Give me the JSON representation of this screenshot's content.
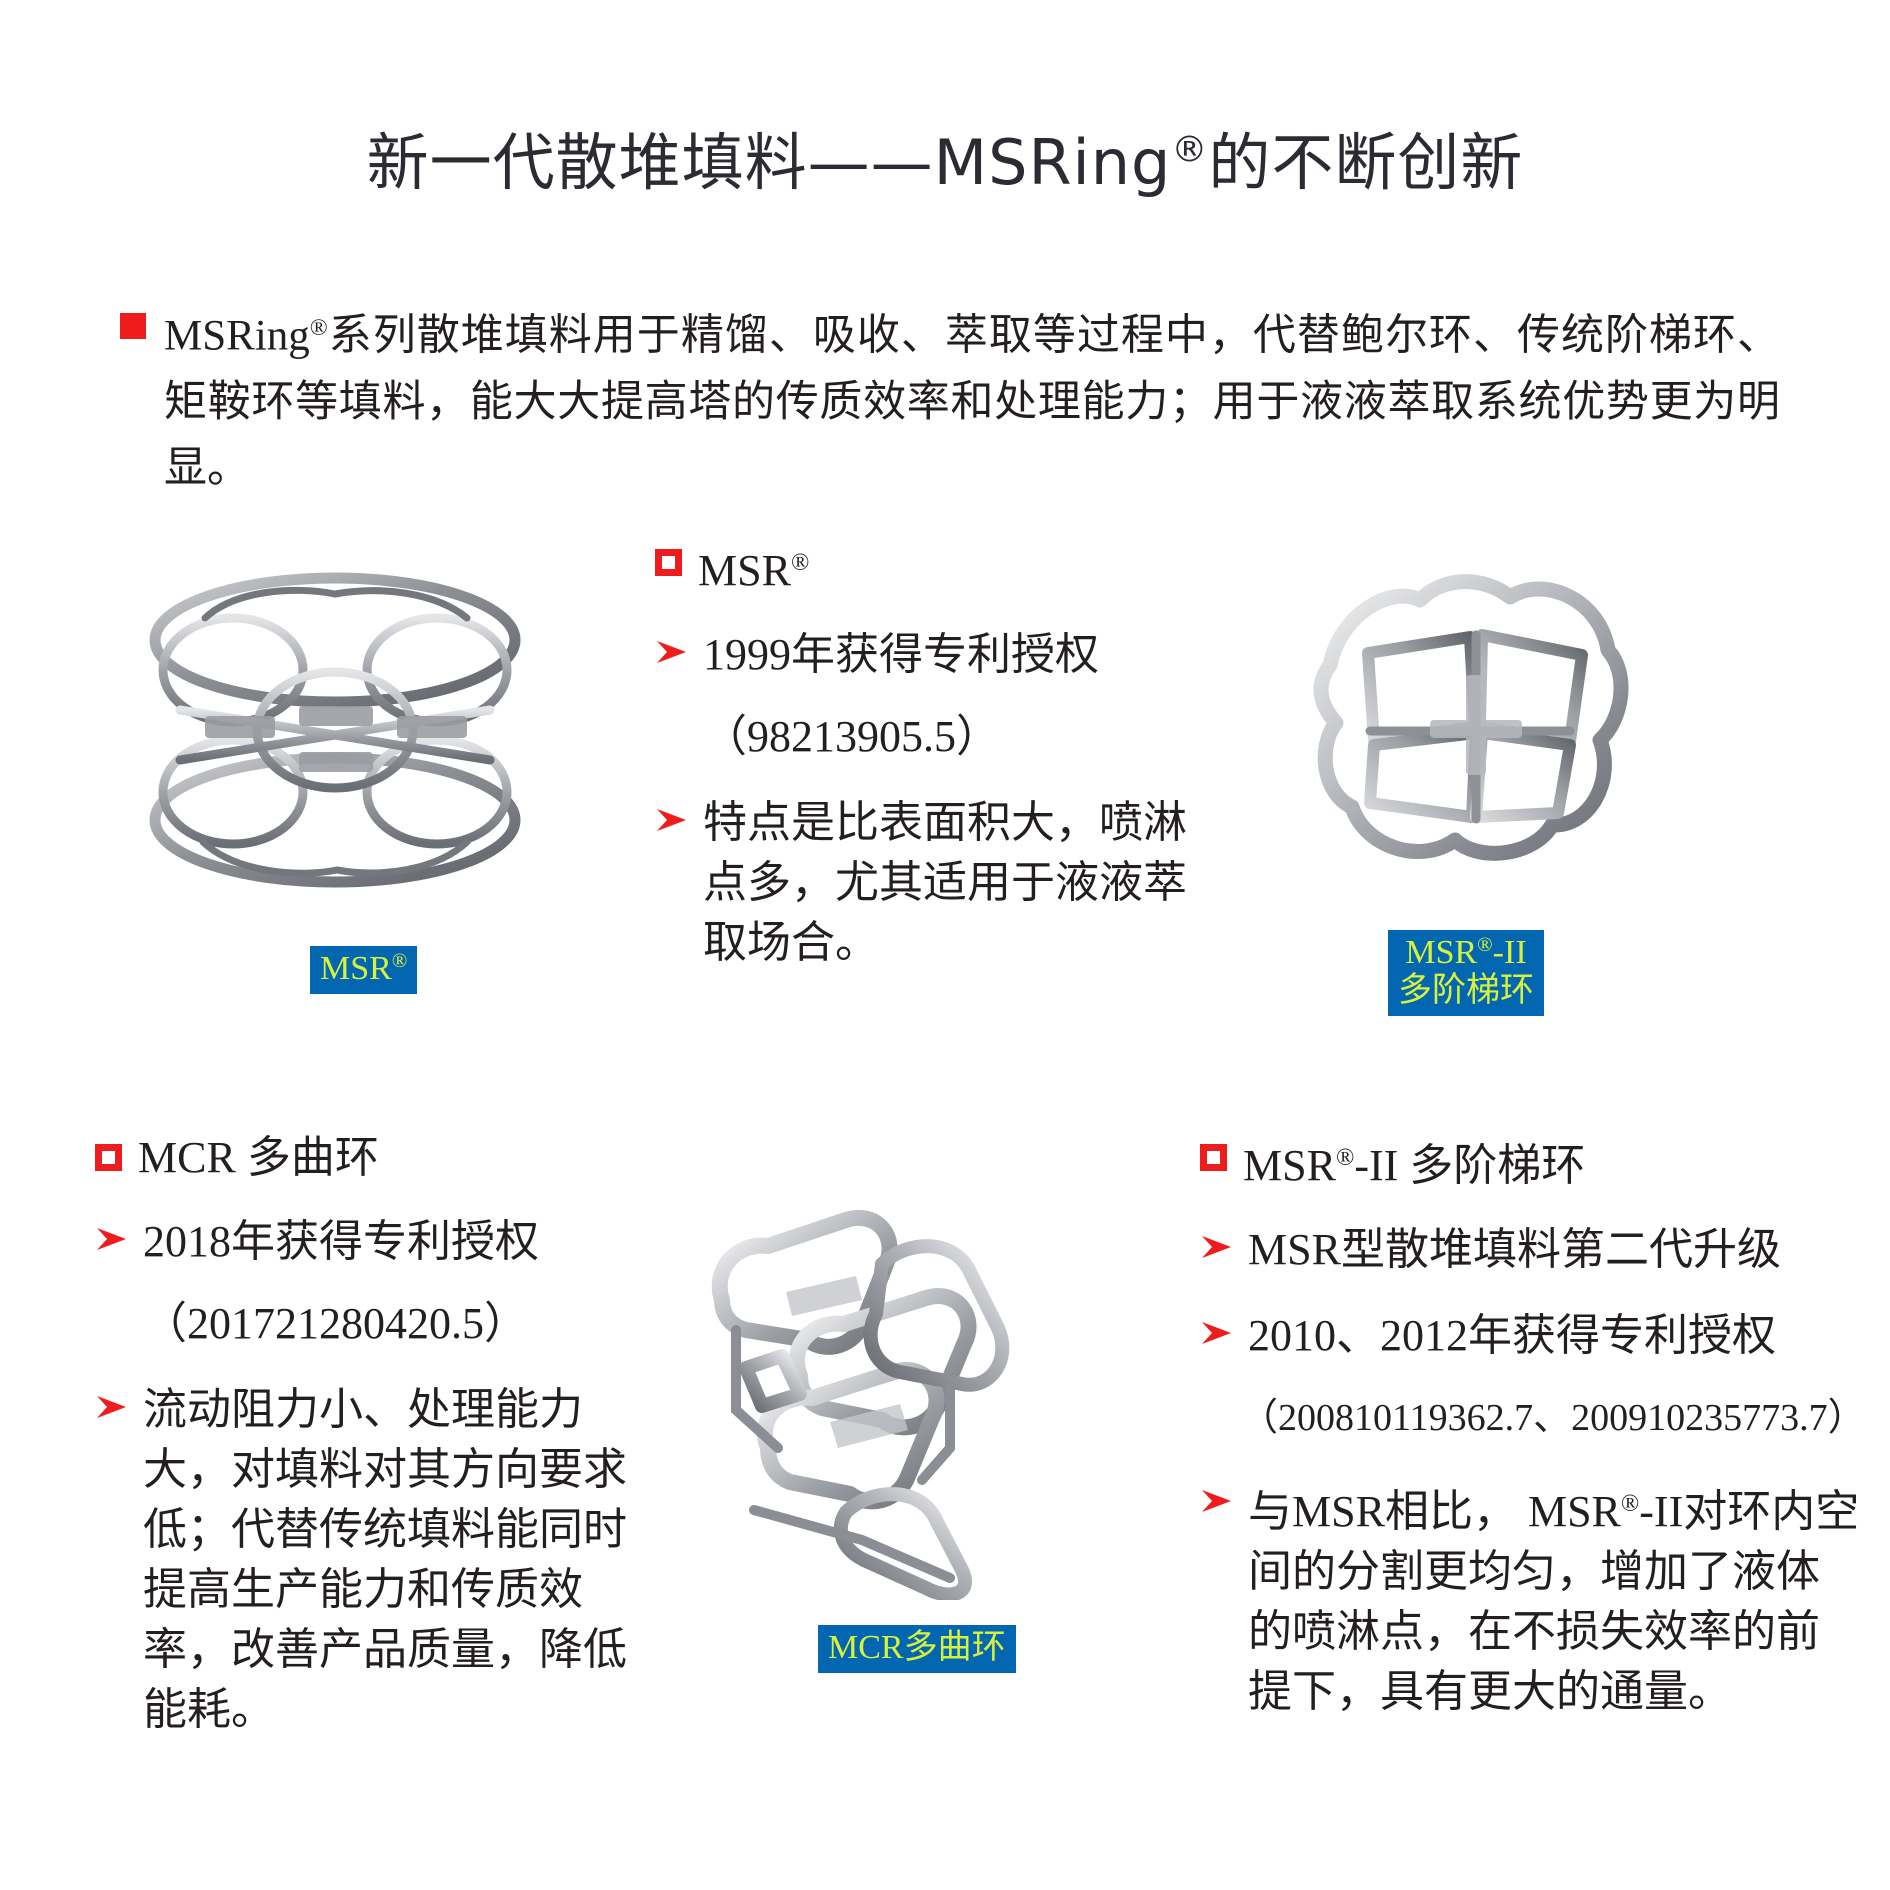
{
  "slide": {
    "title_pre": "新一代散堆填料——MSRing",
    "title_reg": "®",
    "title_post": "的不断创新"
  },
  "intro": {
    "bullet_icon": "red-filled-square-icon",
    "line1_pre": "MSRing",
    "reg": "®",
    "line1_post": "系列散堆填料用于精馏、吸收、萃取等过程中，代替鲍尔环、传统阶梯环、矩鞍环等填料，能大大提高塔的传质效率和处理能力；用于液液萃取系统优势更为明显。"
  },
  "colors": {
    "accent_red": "#ee1c1c",
    "label_blue_bg": "#0366b0",
    "label_text": "#d7f23b",
    "body_text": "#231f20"
  },
  "sections": {
    "msr": {
      "heading_pre": "MSR",
      "heading_reg": "®",
      "heading_post": "",
      "bullets": [
        {
          "text": "1999年获得专利授权",
          "sub": "（98213905.5）"
        },
        {
          "text": "特点是比表面积大，喷淋点多，尤其适用于液液萃取场合。",
          "sub": ""
        }
      ],
      "image_caption_pre": "MSR",
      "image_caption_reg": "®",
      "image_caption_post": "",
      "image_name": "msr-packing-photo"
    },
    "msr2_top_image": {
      "caption_line1_pre": "MSR",
      "caption_line1_reg": "®",
      "caption_line1_post": "-II",
      "caption_line2": "多阶梯环",
      "image_name": "msr2-packing-photo"
    },
    "mcr": {
      "heading": "MCR  多曲环",
      "bullets": [
        {
          "text": "2018年获得专利授权",
          "sub": "（201721280420.5）"
        },
        {
          "text": "流动阻力小、处理能力大，对填料对其方向要求低；代替传统填料能同时提高生产能力和传质效率，改善产品质量，降低能耗。",
          "sub": ""
        }
      ],
      "image_caption": "MCR多曲环",
      "image_name": "mcr-packing-photo"
    },
    "msr2": {
      "heading_pre": "MSR",
      "heading_reg": "®",
      "heading_post": "-II  多阶梯环",
      "bullets": [
        {
          "text": "MSR型散堆填料第二代升级",
          "sub": ""
        },
        {
          "text": "2010、2012年获得专利授权",
          "sub": "（200810119362.7、200910235773.7）"
        }
      ],
      "bullet3_pre": "与MSR相比，  MSR",
      "bullet3_reg": "®",
      "bullet3_post": "-II对环内空间的分割更均匀，增加了液体的喷淋点，在不损失效率的前提下，具有更大的通量。"
    }
  }
}
